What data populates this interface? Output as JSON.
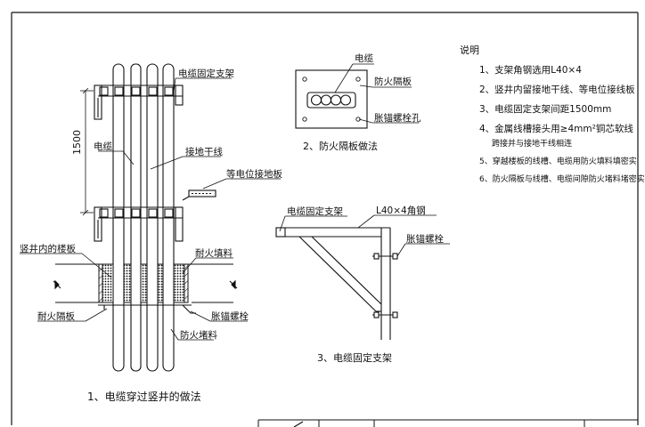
{
  "drawing": {
    "fig1": {
      "caption": "1、电缆穿过竖井的做法",
      "labels": {
        "bracket": "电缆固定支架",
        "cable": "电缆",
        "ground_wire": "接地干线",
        "bonding_plate": "等电位接地板",
        "floor_slab": "竖井内的楼板",
        "fire_fill": "耐火填料",
        "fire_board": "耐火隔板",
        "anchor_bolt": "胀锚螺栓",
        "fire_plug": "防火堵料"
      },
      "dimension": "1500"
    },
    "fig2": {
      "caption": "2、防火隔板做法",
      "labels": {
        "cable": "电缆",
        "fire_board": "防火隔板",
        "bolt_hole": "胀锚螺栓孔"
      }
    },
    "fig3": {
      "caption": "3、电缆固定支架",
      "labels": {
        "bracket": "电缆固定支架",
        "angle_steel": "L40×4角钢",
        "anchor_bolt": "胀锚螺栓"
      }
    }
  },
  "notes": {
    "title": "说明",
    "items": [
      "1、支架角钢选用L40×4",
      "2、竖井内留接地干线、等电位接线板",
      "3、电缆固定支架间距1500mm",
      "4、金属线槽接头用≥4mm²铜芯软线",
      "跨接并与接地干线相连",
      "5、穿越楼板的线槽、电缆用防火填料填密实",
      "6、防火隔板与线槽、电缆间隙防火堵料堵密实"
    ]
  }
}
